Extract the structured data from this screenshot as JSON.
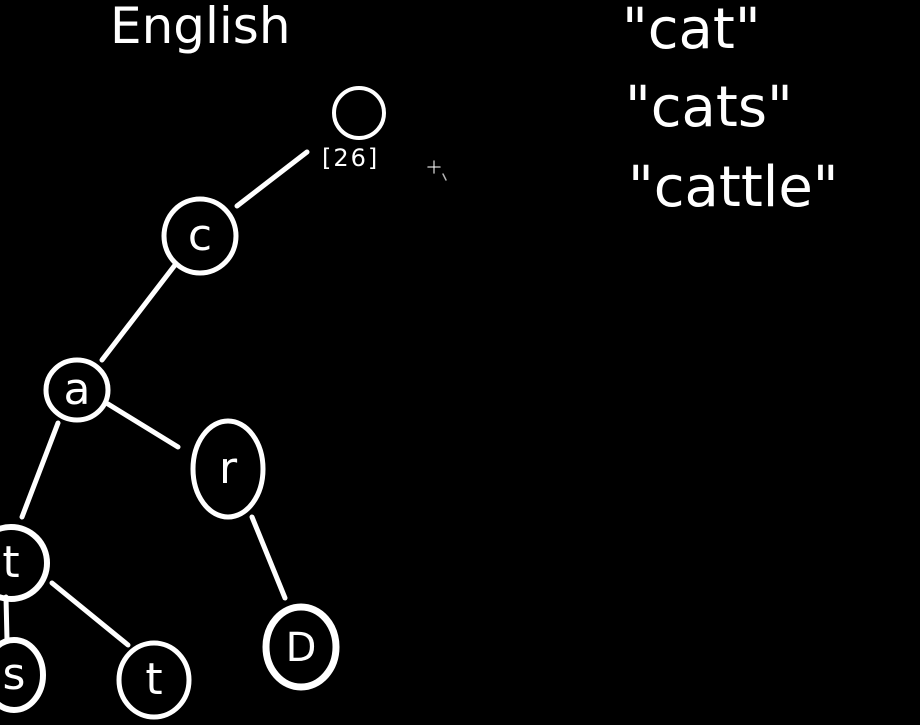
{
  "heading": "English",
  "words": [
    "\"cat\"",
    "\"cats\"",
    "\"cattle\""
  ],
  "root_annotation": "[26]",
  "cursor_icon": "plus-cursor-icon",
  "colors": {
    "background": "#000000",
    "chalk": "#ffffff"
  },
  "trie": {
    "nodes": [
      {
        "id": "root",
        "label": ""
      },
      {
        "id": "c",
        "label": "c"
      },
      {
        "id": "a",
        "label": "a"
      },
      {
        "id": "r",
        "label": "r"
      },
      {
        "id": "t1",
        "label": "t"
      },
      {
        "id": "D",
        "label": "D"
      },
      {
        "id": "s",
        "label": "s"
      },
      {
        "id": "t2",
        "label": "t"
      }
    ],
    "edges": [
      [
        "root",
        "c"
      ],
      [
        "c",
        "a"
      ],
      [
        "a",
        "r"
      ],
      [
        "a",
        "t1"
      ],
      [
        "r",
        "D"
      ],
      [
        "t1",
        "s"
      ],
      [
        "t1",
        "t2"
      ]
    ]
  }
}
